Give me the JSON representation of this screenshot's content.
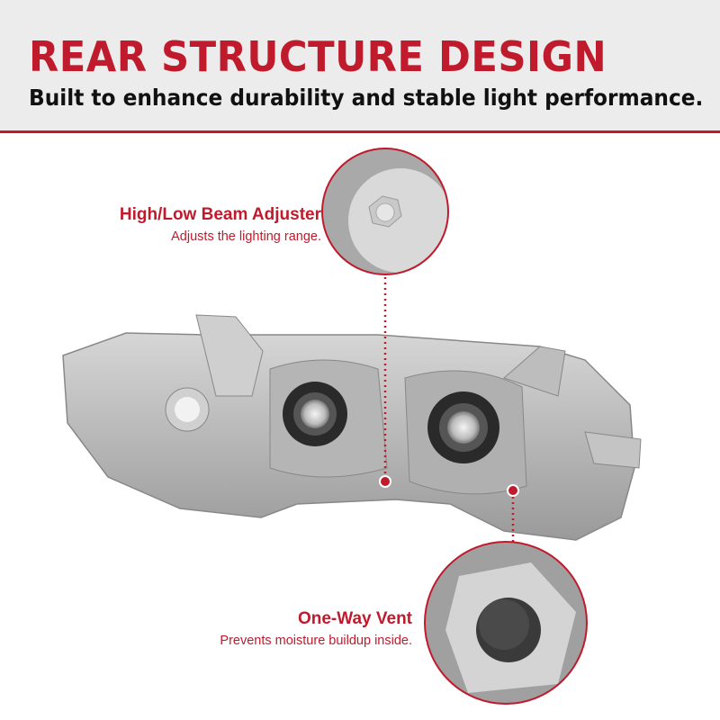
{
  "header": {
    "title": "REAR STRUCTURE DESIGN",
    "subtitle": "Built to enhance durability and stable light performance."
  },
  "callouts": [
    {
      "title": "High/Low Beam Adjuster",
      "description": "Adjusts the lighting range."
    },
    {
      "title": "One-Way Vent",
      "description": "Prevents moisture buildup inside."
    }
  ],
  "colors": {
    "accent": "#bf1b2c",
    "header_bg": "#ececec"
  }
}
